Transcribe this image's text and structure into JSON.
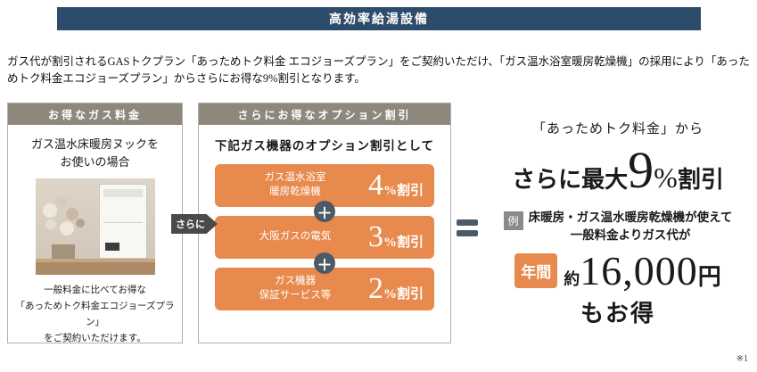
{
  "colors": {
    "navy": "#2d4c6b",
    "taupe": "#8e877b",
    "orange": "#e8894d",
    "dark_gray": "#4b5a66"
  },
  "title_bar": {
    "text": "高効率給湯設備"
  },
  "intro": {
    "text": "ガス代が割引されるGASトクプラン「あっためトク料金 エコジョーズプラン」をご契約いただけ、「ガス温水浴室暖房乾燥機」の採用により「あっためトク料金エコジョーズプラン」からさらにお得な9%割引となります。"
  },
  "left_panel": {
    "header": "お得なガス料金",
    "usage_text": "ガス温水床暖房ヌックを\nお使いの場合",
    "photo_alt": "gas-water-heater-photo",
    "bottom_text": "一般料金に比べてお得な\n「あっためトク料金エコジョーズプラン」\nをご契約いただけます。"
  },
  "connector": {
    "sarani": "さらに",
    "plus": "＋"
  },
  "middle_panel": {
    "header": "さらにお得なオプション割引",
    "subtitle": "下記ガス機器のオプション割引として",
    "items": [
      {
        "label": "ガス温水浴室\n暖房乾燥機",
        "num": "4",
        "suffix": "%割引"
      },
      {
        "label": "大阪ガスの電気",
        "num": "3",
        "suffix": "%割引"
      },
      {
        "label": "ガス機器\n保証サービス等",
        "num": "2",
        "suffix": "%割引"
      }
    ]
  },
  "right_panel": {
    "top_line": "「あっためトク料金」から",
    "headline_prefix": "さらに最大",
    "headline_num": "9",
    "headline_pct": "%",
    "headline_suffix": "割引",
    "example_badge": "例",
    "example_text": "床暖房・ガス温水暖房乾燥機が使えて\n一般料金よりガス代が",
    "yearly_label": "年間",
    "approx": "約",
    "amount": "16,000",
    "yen": "円",
    "bottom_line": "もお得"
  },
  "footnote": "※1"
}
